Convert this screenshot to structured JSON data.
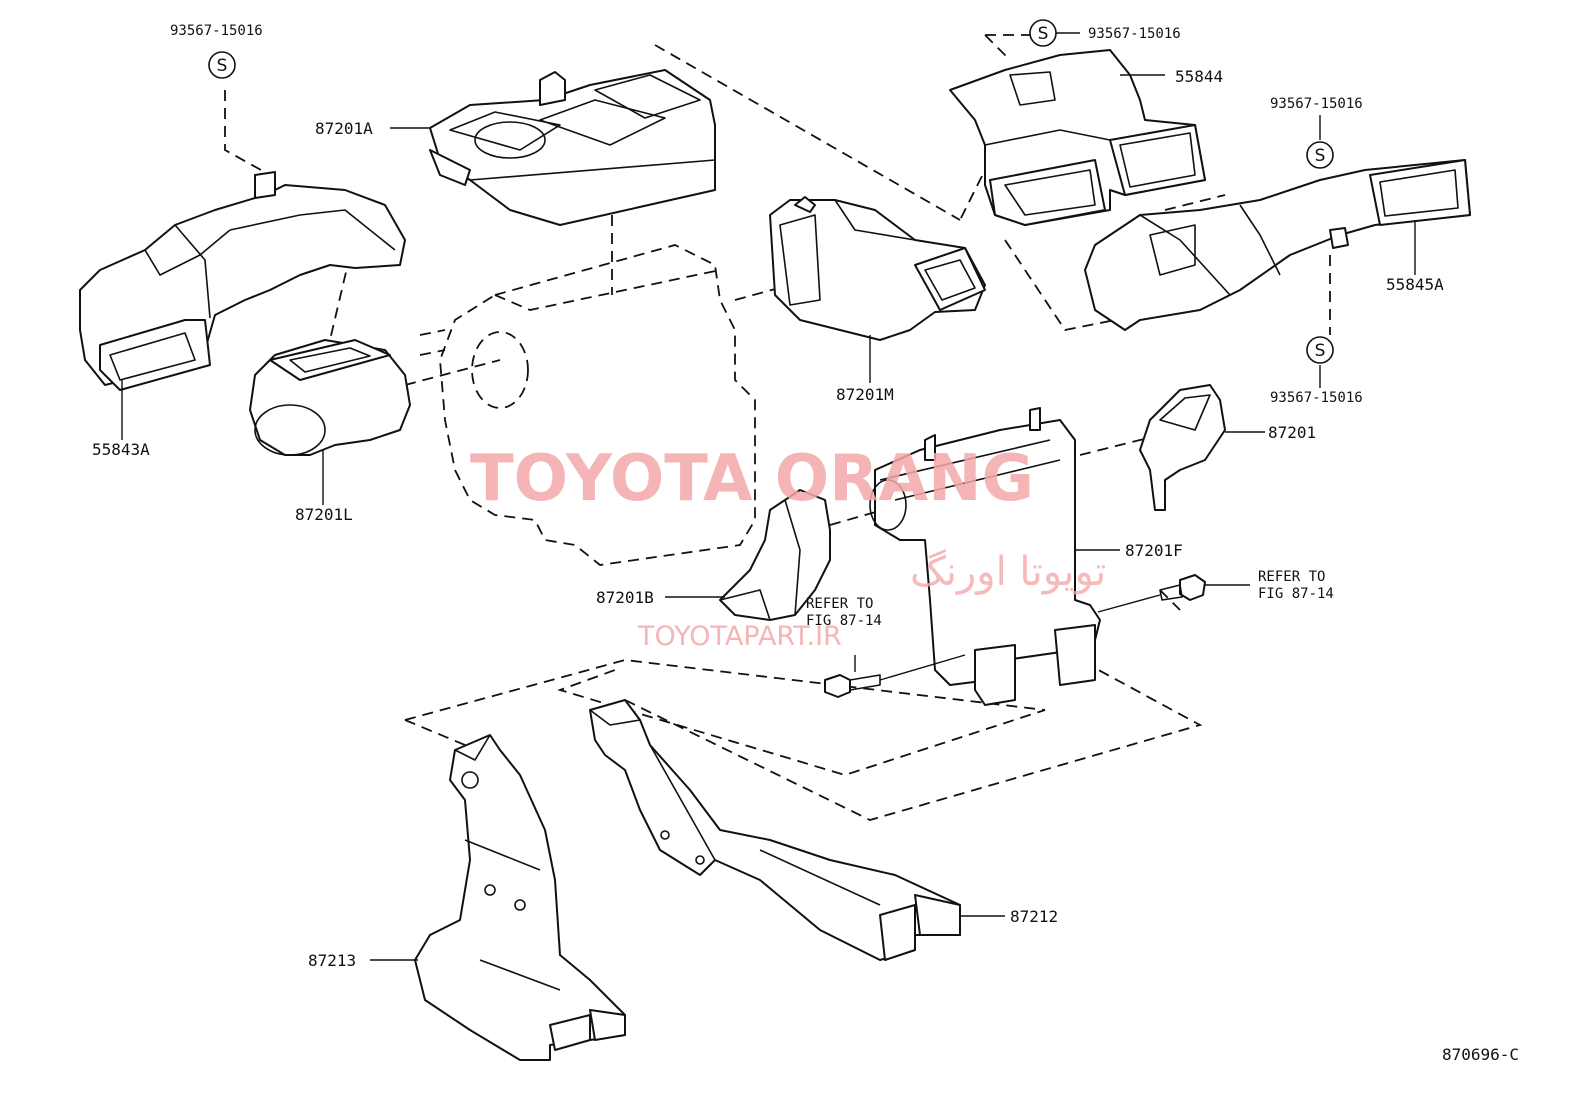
{
  "part_labels": {
    "p55843A": "55843A",
    "p87201L": "87201L",
    "p87201A": "87201A",
    "p87201M": "87201M",
    "p55844": "55844",
    "p55845A": "55845A",
    "p87201": "87201",
    "p87201F": "87201F",
    "p87201B": "87201B",
    "p87212": "87212",
    "p87213": "87213"
  },
  "screw_labels": {
    "s1": "93567-15016",
    "s2": "93567-15016",
    "s3": "93567-15016",
    "s4": "93567-15016"
  },
  "screw_symbol": "S",
  "refer_notes": {
    "right": [
      "REFER TO",
      "FIG 87-14"
    ],
    "center": [
      "REFER TO",
      "FIG 87-14"
    ]
  },
  "figure_code": "870696-C",
  "watermark": {
    "brand": "TOYOTA ORANG",
    "persian": "تویوتا اورنگ",
    "url": "TOYOTAPART.IR"
  },
  "colors": {
    "line": "#111111",
    "watermark": "#f4a9ab",
    "background": "#ffffff"
  }
}
